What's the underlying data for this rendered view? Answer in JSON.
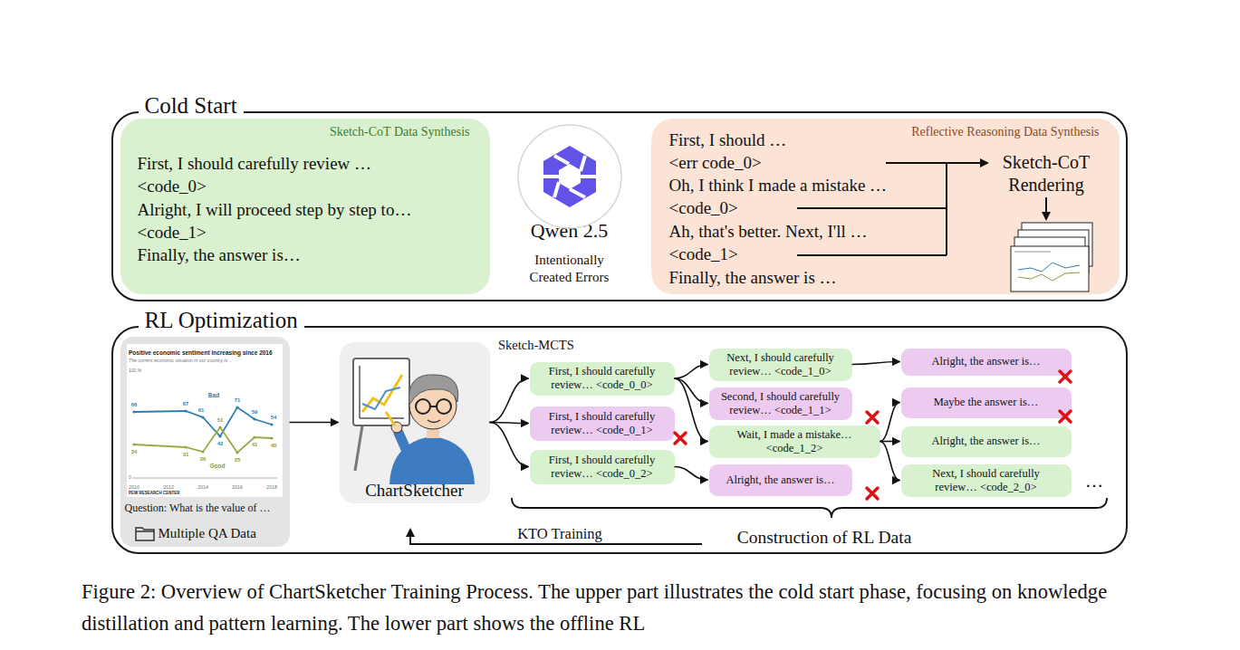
{
  "diagram": {
    "caption": "Figure 2: Overview of ChartSketcher Training Process. The upper part illustrates the cold start phase, focusing on knowledge distillation and pattern learning. The lower part shows the offline RL",
    "nodes": [
      {
        "text": [
          "Cold Start"
        ]
      },
      {
        "text": [
          "Sketch-CoT Data Synthesis",
          "First, I should carefully review …",
          "<code_0>",
          "Alright, I will proceed step by step to…",
          "<code_1>",
          "Finally, the answer is…"
        ],
        "in": 0
      },
      {
        "text": [
          "Qwen 2.5",
          "Intentionally Created Errors"
        ],
        "in": 0
      },
      {
        "text": [
          "Reflective Reasoning Data Synthesis",
          "First, I should …",
          "<err code_0>",
          "Oh, I think I made a mistake …",
          "<code_0>",
          "Ah, that's better. Next, I'll …",
          "<code_1>",
          "Finally, the answer is …"
        ],
        "in": 0
      },
      {
        "text": [
          "Sketch-CoT Rendering"
        ],
        "in": 3
      },
      {
        "text": [
          "RL Optimization"
        ]
      },
      {
        "text": [
          "Question: What is the value of …",
          "Multiple QA Data"
        ],
        "in": 5
      },
      {
        "text": [
          "ChartSketcher"
        ],
        "in": 5
      },
      {
        "text": [
          "First, I should carefully review… <code_0_0>"
        ],
        "in": 5
      },
      {
        "text": [
          "First, I should carefully review… <code_0_1>"
        ],
        "in": 5
      },
      {
        "text": [
          "First, I should carefully review… <code_0_2>"
        ],
        "in": 5
      },
      {
        "text": [
          "Next, I should carefully review… <code_1_0>"
        ],
        "in": 5
      },
      {
        "text": [
          "Second, I should carefully review… <code_1_1>"
        ],
        "in": 5
      },
      {
        "text": [
          "Wait, I made a mistake… <code_1_2>"
        ],
        "in": 5
      },
      {
        "text": [
          "Alright, the answer is…"
        ],
        "in": 5
      },
      {
        "text": [
          "Alright, the answer is…"
        ],
        "in": 5
      },
      {
        "text": [
          "Maybe the answer is…"
        ],
        "in": 5
      },
      {
        "text": [
          "Alright, the answer is…"
        ],
        "in": 5
      },
      {
        "text": [
          "Next, I should carefully review… <code_2_0>"
        ],
        "in": 5
      }
    ],
    "edges": [
      {
        "from": 6,
        "to": 7,
        "arrow": "to"
      },
      {
        "from": 7,
        "to": 8,
        "arrow": "to"
      },
      {
        "from": 7,
        "to": 9,
        "arrow": "to"
      },
      {
        "from": 7,
        "to": 10,
        "arrow": "to"
      },
      {
        "from": 8,
        "to": 11,
        "arrow": "to"
      },
      {
        "from": 8,
        "to": 12,
        "arrow": "to"
      },
      {
        "from": 8,
        "to": 13,
        "arrow": "to"
      },
      {
        "from": 10,
        "to": 14,
        "arrow": "to"
      },
      {
        "from": 11,
        "to": 15,
        "arrow": "to"
      },
      {
        "from": 13,
        "to": 16,
        "arrow": "to"
      },
      {
        "from": 13,
        "to": 17,
        "arrow": "to"
      },
      {
        "from": 13,
        "to": 18,
        "arrow": "to"
      }
    ],
    "labels": [
      "Positive economic sentiment increasing since 2016",
      "The current economic situation in our country is ...",
      "100 %",
      "Bad",
      "Good",
      "66",
      "67",
      "61",
      "42",
      "71",
      "59",
      "54",
      "34",
      "31",
      "26",
      "51",
      "25",
      "41",
      "40",
      "0",
      "2010",
      "2012",
      "2014",
      "2016",
      "2018",
      "PEW RESEARCH CENTER",
      "Sketch-MCTS",
      "…",
      "KTO Training",
      "Construction of RL Data"
    ]
  }
}
